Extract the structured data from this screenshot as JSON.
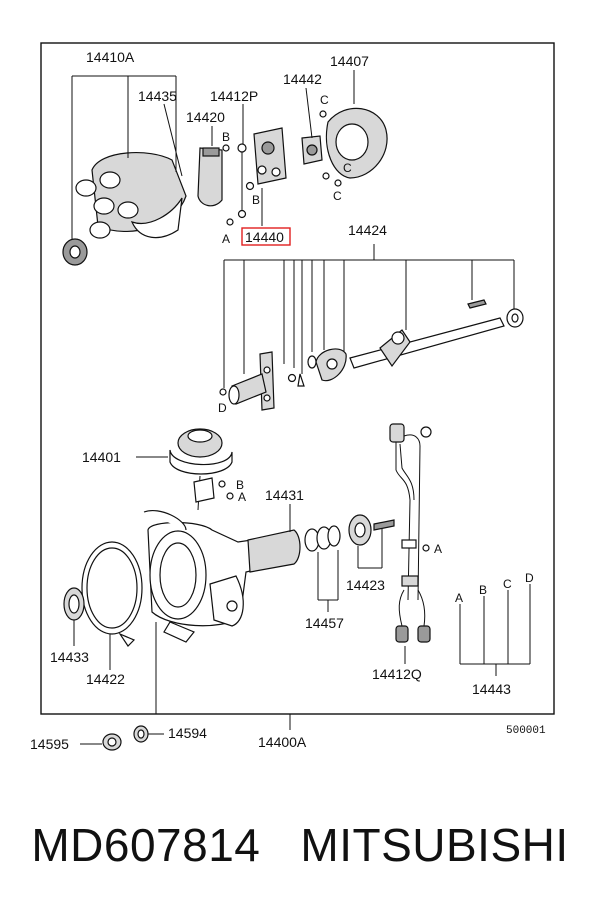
{
  "labels": {
    "p14410A": "14410A",
    "p14435": "14435",
    "p14420": "14420",
    "p14412P": "14412P",
    "p14442": "14442",
    "p14407": "14407",
    "p14440": "14440",
    "p14424": "14424",
    "p14401": "14401",
    "p14431": "14431",
    "p14423": "14423",
    "p14457": "14457",
    "p14433": "14433",
    "p14422": "14422",
    "p14412Q": "14412Q",
    "p14443": "14443",
    "p14595": "14595",
    "p14594": "14594",
    "p14400A": "14400A",
    "code": "500001"
  },
  "letters": {
    "a": "A",
    "b": "B",
    "c": "C",
    "d": "D"
  },
  "footer": {
    "part_number": "MD607814",
    "brand": "MITSUBISHI"
  },
  "colors": {
    "highlight": "#e02020"
  }
}
